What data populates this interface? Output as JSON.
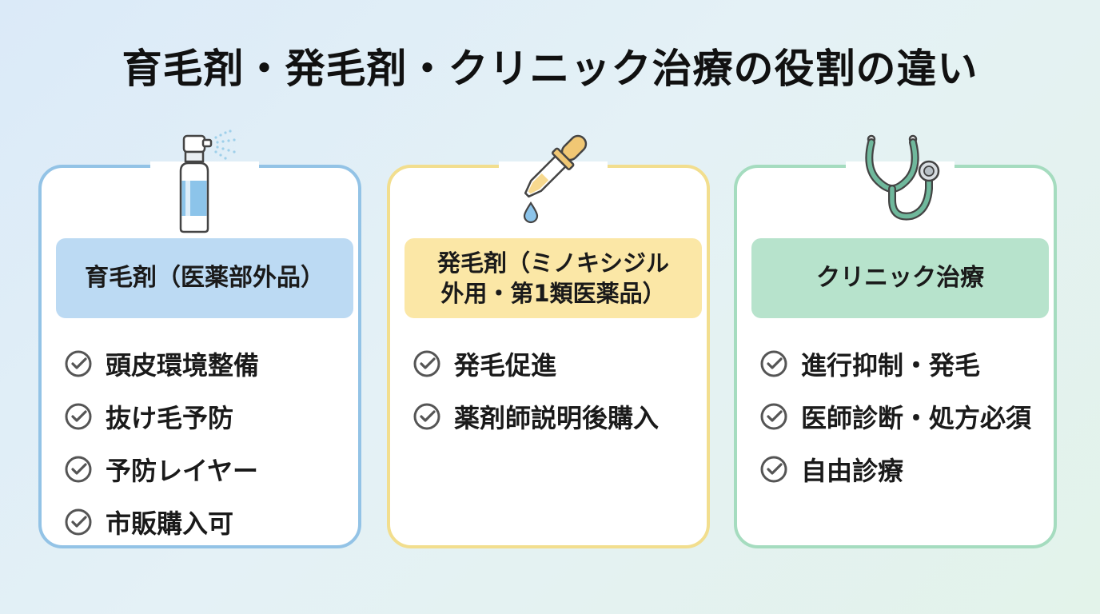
{
  "title": "育毛剤・発毛剤・クリニック治療の役割の違い",
  "colors": {
    "card1_border": "#93c3e6",
    "card1_header": "#bcdaf3",
    "card2_border": "#f2de8e",
    "card2_header": "#fbe7a6",
    "card3_border": "#a5dcbf",
    "card3_header": "#b7e3cc"
  },
  "cards": [
    {
      "icon": "spray-bottle-icon",
      "header": "育毛剤（医薬部外品）",
      "items": [
        "頭皮環境整備",
        "抜け毛予防",
        "予防レイヤー",
        "市販購入可"
      ]
    },
    {
      "icon": "dropper-icon",
      "header_lines": [
        "発毛剤（ミノキシジル",
        "外用・第1類医薬品）"
      ],
      "items": [
        "発毛促進",
        "薬剤師説明後購入"
      ]
    },
    {
      "icon": "stethoscope-icon",
      "header": "クリニック治療",
      "items": [
        "進行抑制・発毛",
        "医師診断・処方必須",
        "自由診療"
      ]
    }
  ]
}
